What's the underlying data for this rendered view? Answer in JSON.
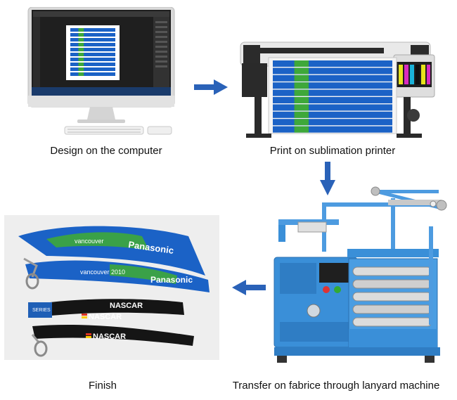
{
  "steps": {
    "design": {
      "caption": "Design on the computer"
    },
    "print": {
      "caption": "Print on sublimation printer"
    },
    "transfer": {
      "caption": "Transfer on fabrice through lanyard machine"
    },
    "finish": {
      "caption": "Finish"
    }
  },
  "printed_text": {
    "vancouver": "vancouver",
    "vancouver_2010": "vancouver 2010",
    "panasonic": "Panasonic",
    "nascar": "NASCAR",
    "series": "SERIES"
  },
  "colors": {
    "arrow": "#2a62b8",
    "lanyard_blue": "#1b62c6",
    "lanyard_green": "#3ea83a",
    "machine_blue": "#3a8fd8",
    "printer_body": "#e8e8e8",
    "monitor_frame": "#d8d8d8",
    "lanyard_black": "#151515"
  },
  "icons": [
    "right-arrow-icon",
    "down-arrow-icon",
    "left-arrow-icon"
  ]
}
